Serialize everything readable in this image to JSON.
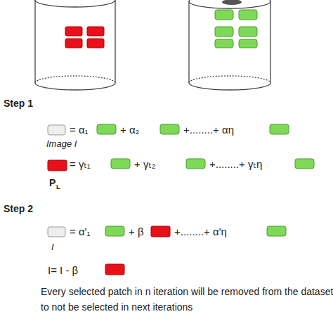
{
  "diagram": {
    "labels": [
      "Step 1",
      "= α₁",
      "+ α₂",
      "+........+ αη",
      "Image I",
      "= γₜ₁",
      "+ γₜ₂",
      "+........+ γₜη",
      "P",
      "L",
      "Step 2",
      "= α'₁",
      "+ β",
      "+........+ α'η",
      "I",
      "I= I - β",
      "Every selected patch in n iteration will be removed from the dataset to not be selected in next iterations"
    ]
  }
}
